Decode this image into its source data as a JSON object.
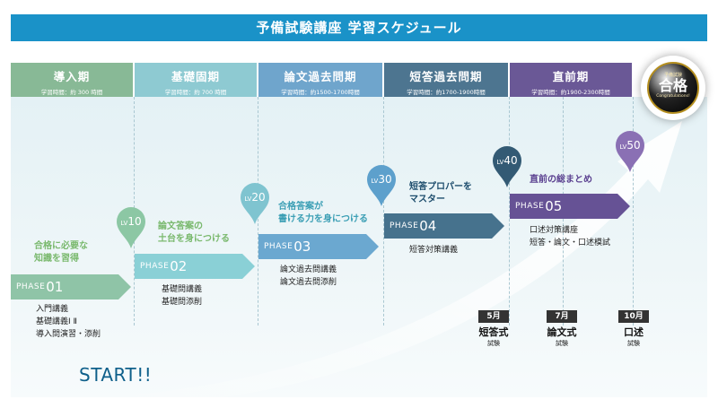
{
  "header": {
    "title": "予備試験講座 学習スケジュール"
  },
  "periods": [
    {
      "name": "導入期",
      "time": "学習時間：約 300 時間",
      "color": "#88b996"
    },
    {
      "name": "基礎固期",
      "time": "学習時間：約 700 時間",
      "color": "#8ecad2"
    },
    {
      "name": "論文過去問期",
      "time": "学習時間：約1500-1700時間",
      "color": "#6fa5cc"
    },
    {
      "name": "短答過去問期",
      "time": "学習時間：約1700-1900時間",
      "color": "#4d7590"
    },
    {
      "name": "直前期",
      "time": "学習時間：約1900-2300時間",
      "color": "#6a5896"
    }
  ],
  "badge": {
    "top": "予備試験",
    "main": "合格",
    "sub": "Congratulations!"
  },
  "phases": [
    {
      "word": "PHASE",
      "num": "01",
      "headline": [
        "合格に必要な",
        "知識を習得"
      ],
      "courses": [
        "入門講義",
        "基礎講義Ⅰ Ⅱ",
        "導入問演習・添削"
      ]
    },
    {
      "word": "PHASE",
      "num": "02",
      "headline": [
        "論文答案の",
        "土台を身につける"
      ],
      "courses": [
        "基礎問講義",
        "基礎問添削"
      ]
    },
    {
      "word": "PHASE",
      "num": "03",
      "headline": [
        "合格答案が",
        "書ける力を身につける"
      ],
      "courses": [
        "論文過去問講義",
        "論文過去問添削"
      ]
    },
    {
      "word": "PHASE",
      "num": "04",
      "headline": [
        "短答プロパーを",
        "マスター"
      ],
      "courses": [
        "短答対策講義"
      ]
    },
    {
      "word": "PHASE",
      "num": "05",
      "headline": [
        "直前の総まとめ"
      ],
      "courses": [
        "口述対策講座",
        "短答・論文・口述模試"
      ]
    }
  ],
  "levels": [
    {
      "prefix": "LV",
      "value": "10",
      "color": "#8cc7a4"
    },
    {
      "prefix": "LV",
      "value": "20",
      "color": "#7fc4d0"
    },
    {
      "prefix": "LV",
      "value": "30",
      "color": "#5da0cc"
    },
    {
      "prefix": "LV",
      "value": "40",
      "color": "#335a74"
    },
    {
      "prefix": "LV",
      "value": "50",
      "color": "#8a70b4"
    }
  ],
  "exams": [
    {
      "month": "5月",
      "name": "短答式",
      "sub": "試験"
    },
    {
      "month": "7月",
      "name": "論文式",
      "sub": "試験"
    },
    {
      "month": "10月",
      "name": "口述",
      "sub": "試験"
    }
  ],
  "start_label": "START!!"
}
